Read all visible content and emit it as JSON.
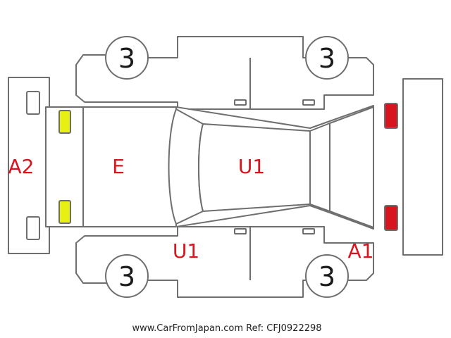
{
  "colors": {
    "damage_label": "#d8141e",
    "outline": "#6e6e6e",
    "front_lamp": "#e8ef12",
    "rear_lamp": "#d8141e",
    "wheel_text": "#1a1a1a"
  },
  "wheels": {
    "front_left": "3",
    "rear_left": "3",
    "front_right": "3",
    "rear_right": "3"
  },
  "damage": {
    "front_bumper": "A2",
    "hood": "E",
    "roof": "U1",
    "left_side": "U1",
    "rear_bumper": "A1"
  },
  "footer": "www.CarFromJapan.com Ref: CFJ0922298"
}
